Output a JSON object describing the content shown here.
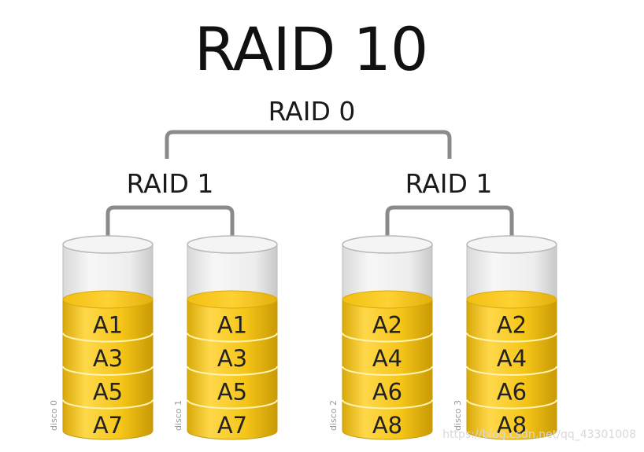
{
  "title": "RAID 10",
  "top_level": "RAID 0",
  "groups": [
    {
      "label": "RAID 1",
      "disks": [
        "disco 0",
        "disco 1"
      ]
    },
    {
      "label": "RAID 1",
      "disks": [
        "disco 2",
        "disco 3"
      ]
    }
  ],
  "disks": [
    {
      "name": "disco 0",
      "blocks": [
        "A1",
        "A3",
        "A5",
        "A7"
      ]
    },
    {
      "name": "disco 1",
      "blocks": [
        "A1",
        "A3",
        "A5",
        "A7"
      ]
    },
    {
      "name": "disco 2",
      "blocks": [
        "A2",
        "A4",
        "A6",
        "A8"
      ]
    },
    {
      "name": "disco 3",
      "blocks": [
        "A2",
        "A4",
        "A6",
        "A8"
      ]
    }
  ],
  "colors": {
    "data": "#f5c518",
    "empty": "#e8e8e8",
    "connector": "#8a8a8a"
  },
  "watermark": "https://blog.csdn.net/qq_43301008"
}
